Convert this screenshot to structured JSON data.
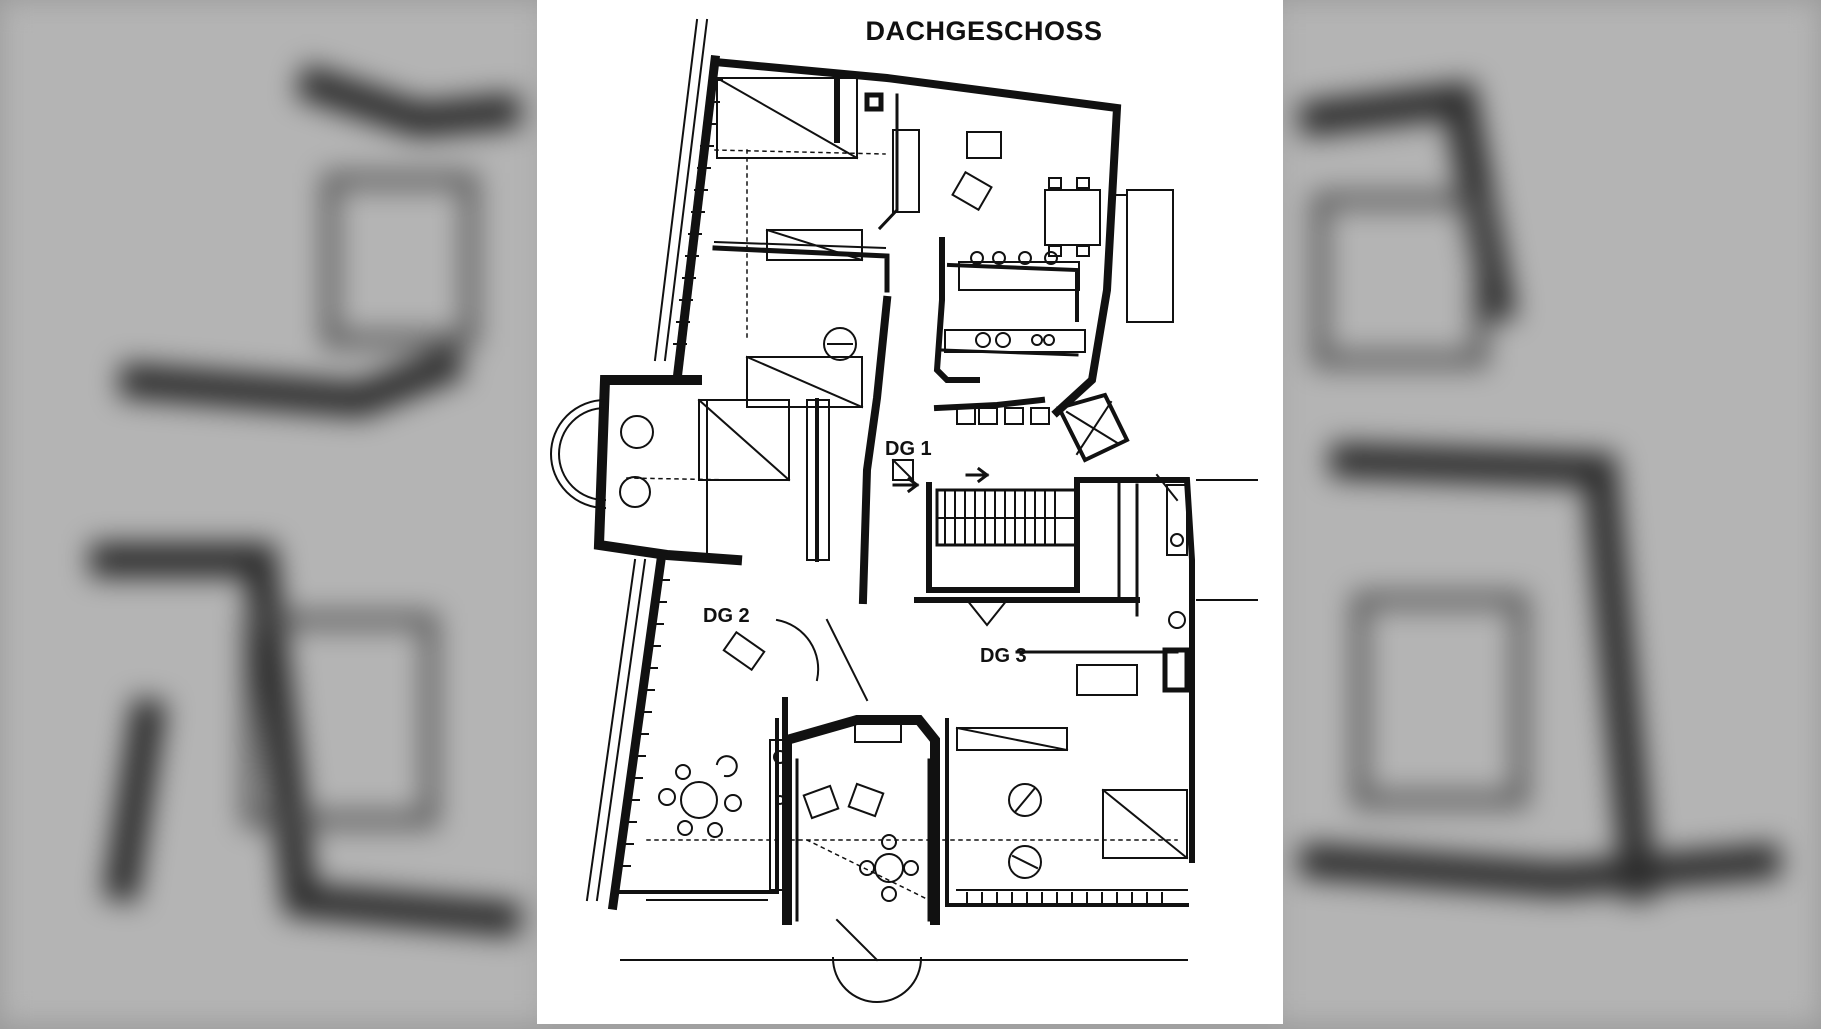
{
  "plan": {
    "title": "DACHGESCHOSS",
    "units": [
      {
        "id": "dg1",
        "label": "DG 1"
      },
      {
        "id": "dg2",
        "label": "DG 2"
      },
      {
        "id": "dg3",
        "label": "DG 3"
      }
    ]
  },
  "colors": {
    "ink": "#111111",
    "paper": "#ffffff",
    "backdrop": "#9a9a9a"
  }
}
